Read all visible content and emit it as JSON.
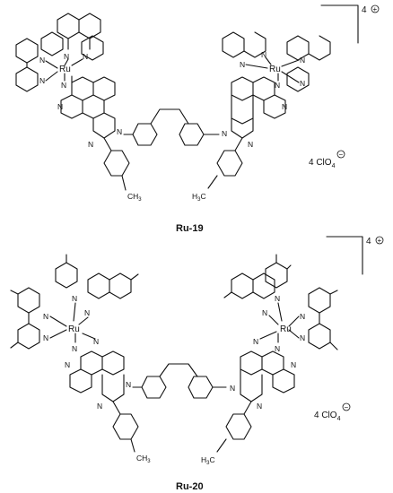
{
  "compounds": [
    {
      "name": "Ru-19",
      "charge": "4",
      "charge_sign": "+",
      "counter_ion": "4 ClO",
      "counter_ion_sub": "4",
      "counter_ion_sign": "−",
      "metal": "Ru",
      "atom_N": "N",
      "methyl": "CH",
      "methyl_sub": "3",
      "methyl_left": "H",
      "methyl_left_sub": "3",
      "methyl_left_c": "C"
    },
    {
      "name": "Ru-20",
      "charge": "4",
      "charge_sign": "+",
      "counter_ion": "4 ClO",
      "counter_ion_sub": "4",
      "counter_ion_sign": "−",
      "metal": "Ru",
      "atom_N": "N",
      "methyl": "CH",
      "methyl_sub": "3",
      "methyl_left": "H",
      "methyl_left_sub": "3",
      "methyl_left_c": "C"
    }
  ]
}
